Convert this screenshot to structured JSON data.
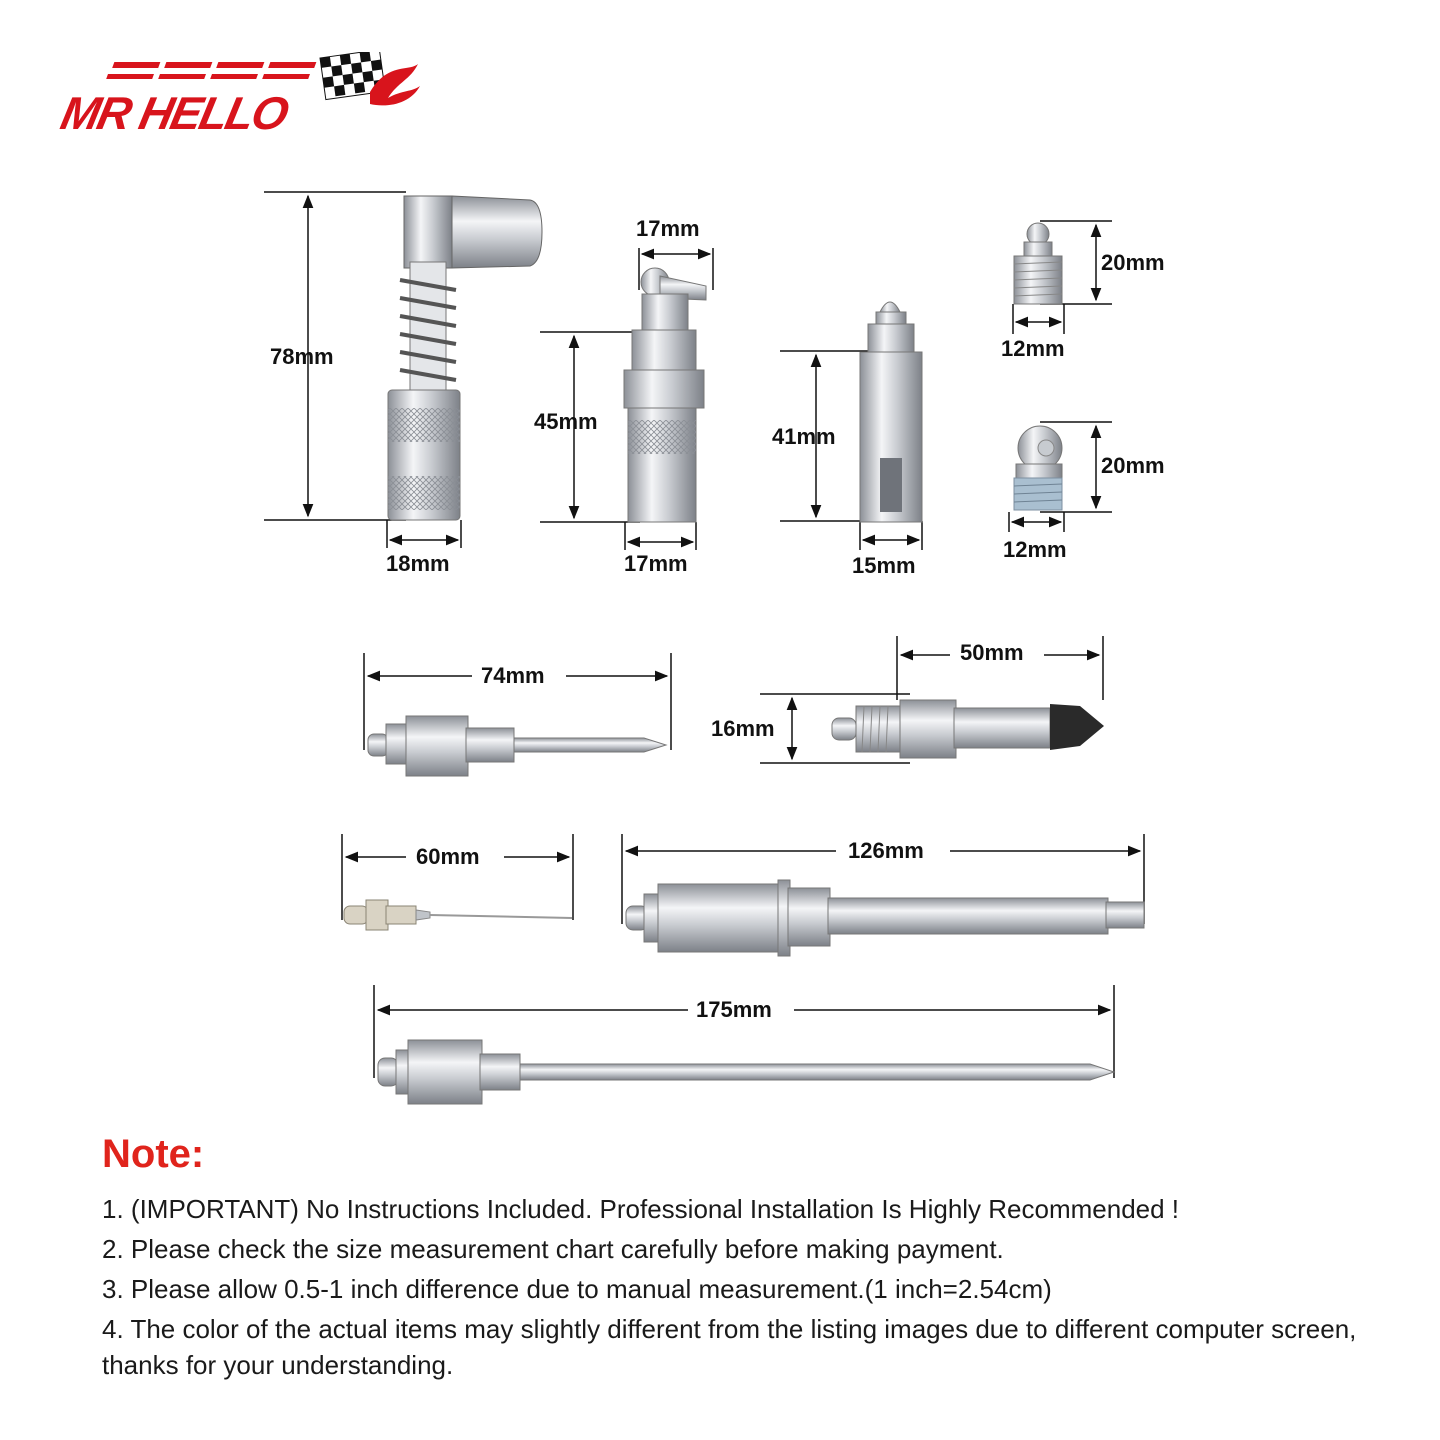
{
  "brand": {
    "logo_text": "MR HELLO",
    "accent": "#d8141c"
  },
  "dimensions": {
    "coupler_90_height": "78mm",
    "coupler_90_width": "18mm",
    "swivel_coupler_top": "17mm",
    "swivel_coupler_height": "45mm",
    "swivel_coupler_width": "17mm",
    "slot_coupler_height": "41mm",
    "slot_coupler_width": "15mm",
    "fitting_straight_height": "20mm",
    "fitting_straight_width": "12mm",
    "fitting_angled_height": "20mm",
    "fitting_angled_width": "12mm",
    "needle_short_length": "74mm",
    "rubber_tip_length": "50mm",
    "rubber_tip_diameter": "16mm",
    "injector_needle_length": "60mm",
    "extension_length": "126mm",
    "needle_long_length": "175mm"
  },
  "note": {
    "title": "Note:",
    "items": [
      "1. (IMPORTANT) No Instructions Included. Professional Installation Is Highly Recommended !",
      "2. Please check the size measurement chart carefully before making payment.",
      "3. Please allow 0.5-1 inch difference due to manual measurement.(1 inch=2.54cm)",
      "4. The color of the actual items may slightly different from the listing images due to different computer screen, thanks for your understanding."
    ]
  }
}
